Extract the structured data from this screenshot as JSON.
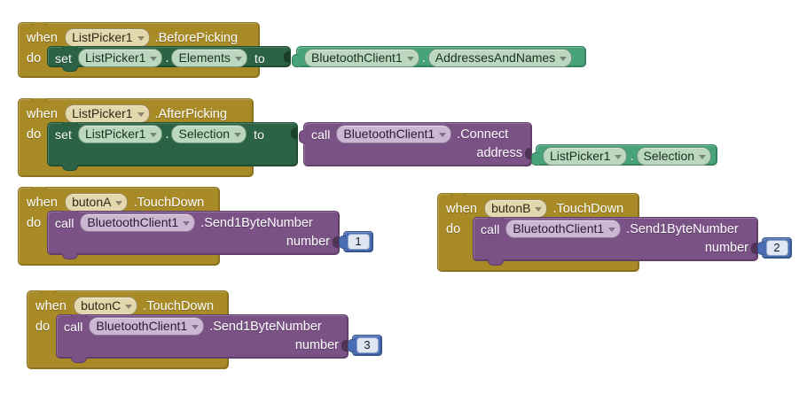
{
  "app": {
    "name": "MIT App Inventor Blocks Editor",
    "canvas_background": "#ffffff"
  },
  "palette": {
    "event_gold": "#a88a26",
    "setter_green": "#2b6344",
    "getter_green": "#49a37a",
    "call_purple": "#7b5286",
    "number_blue": "#4a6db4",
    "field_gold": "#e3d7ae",
    "field_green": "#bcd7bf",
    "field_purple": "#ccb7d3",
    "field_blue": "#dfe6f2"
  },
  "keywords": {
    "when": "when",
    "do": "do",
    "set": "set",
    "to": "to",
    "call": "call",
    "dot": "."
  },
  "blocks": [
    {
      "id": "block-before-picking",
      "type": "event",
      "component": "ListPicker1",
      "event": ".BeforePicking",
      "body": {
        "type": "setter",
        "keyword": "set",
        "component": "ListPicker1",
        "property": "Elements",
        "connector": "to",
        "value": {
          "type": "getter",
          "component": "BluetoothClient1",
          "property": "AddressesAndNames"
        }
      }
    },
    {
      "id": "block-after-picking",
      "type": "event",
      "component": "ListPicker1",
      "event": ".AfterPicking",
      "body": {
        "type": "setter",
        "keyword": "set",
        "component": "ListPicker1",
        "property": "Selection",
        "connector": "to",
        "value": {
          "type": "call",
          "keyword": "call",
          "component": "BluetoothClient1",
          "method": ".Connect",
          "args": [
            {
              "name": "address",
              "value": {
                "type": "getter",
                "component": "ListPicker1",
                "property": "Selection"
              }
            }
          ]
        }
      }
    },
    {
      "id": "block-butonA-touchdown",
      "type": "event",
      "component": "butonA",
      "event": ".TouchDown",
      "body": {
        "type": "call",
        "keyword": "call",
        "component": "BluetoothClient1",
        "method": ".Send1ByteNumber",
        "args": [
          {
            "name": "number",
            "value": {
              "type": "number",
              "text": "1"
            }
          }
        ]
      }
    },
    {
      "id": "block-butonB-touchdown",
      "type": "event",
      "component": "butonB",
      "event": ".TouchDown",
      "body": {
        "type": "call",
        "keyword": "call",
        "component": "BluetoothClient1",
        "method": ".Send1ByteNumber",
        "args": [
          {
            "name": "number",
            "value": {
              "type": "number",
              "text": "2"
            }
          }
        ]
      }
    },
    {
      "id": "block-butonC-touchdown",
      "type": "event",
      "component": "butonC",
      "event": ".TouchDown",
      "body": {
        "type": "call",
        "keyword": "call",
        "component": "BluetoothClient1",
        "method": ".Send1ByteNumber",
        "args": [
          {
            "name": "number",
            "value": {
              "type": "number",
              "text": "3"
            }
          }
        ]
      }
    }
  ],
  "icons": {
    "dropdown_caret": "caret-down-icon"
  }
}
